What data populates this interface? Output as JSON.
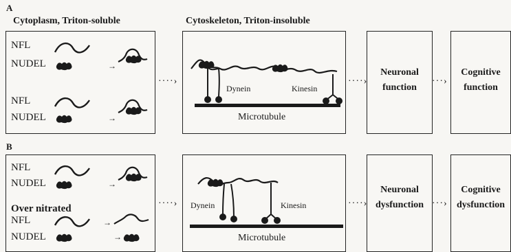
{
  "panel_a": {
    "letter": "A",
    "cytoplasm_header": "Cytoplasm, Triton-soluble",
    "cytoskeleton_header": "Cytoskeleton, Triton-insoluble",
    "protein_1": "NFL",
    "protein_2": "NUDEL",
    "protein_3": "NFL",
    "protein_4": "NUDEL",
    "motor_left": "Dynein",
    "motor_right": "Kinesin",
    "track": "Microtubule",
    "outcome_1": "Neuronal function",
    "outcome_2": "Cognitive function"
  },
  "panel_b": {
    "letter": "B",
    "protein_1": "NFL",
    "protein_2": "NUDEL",
    "condition": "Over nitrated",
    "protein_3": "NFL",
    "protein_4": "NUDEL",
    "motor_left": "Dynein",
    "motor_right": "Kinesin",
    "track": "Microtubule",
    "outcome_1": "Neuronal dysfunction",
    "outcome_2": "Cognitive dysfunction"
  }
}
